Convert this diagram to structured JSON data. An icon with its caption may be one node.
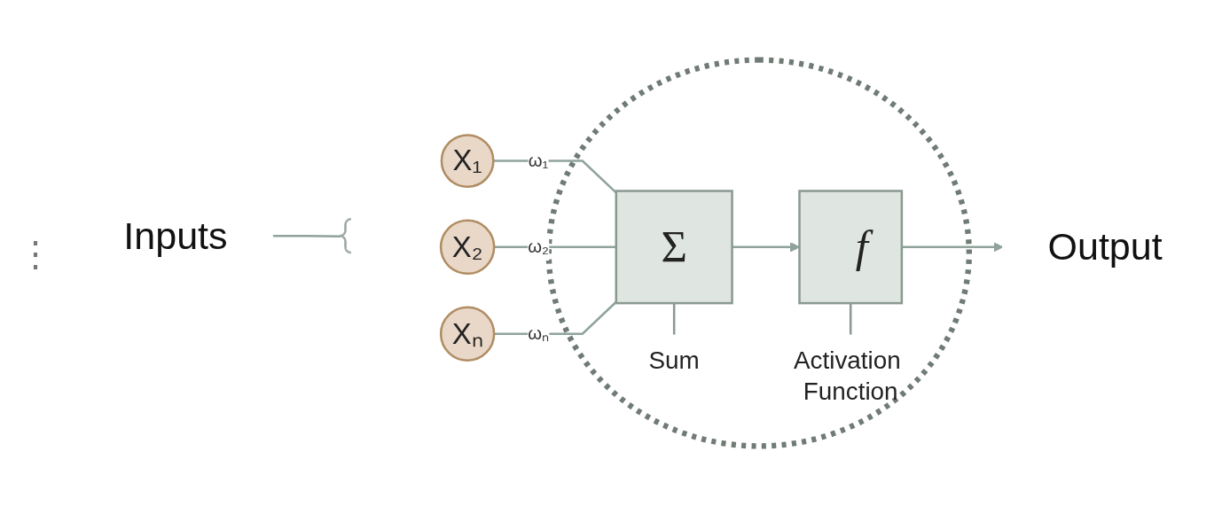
{
  "diagram": {
    "nodes": [
      {
        "text": [
          "Inputs"
        ]
      },
      {
        "text": [],
        "shape": "bracket"
      },
      {
        "text": [
          "X₁"
        ]
      },
      {
        "text": [
          "X₂"
        ]
      },
      {
        "text": [
          "Xₙ"
        ]
      },
      {
        "text": [],
        "shape": "ellipse"
      },
      {
        "text": [
          "Σ"
        ],
        "in": 5,
        "beside": [
          "Sum"
        ]
      },
      {
        "text": [
          "f"
        ],
        "in": 5,
        "beside": [
          "Activation Function"
        ]
      },
      {
        "text": [
          "Output"
        ]
      }
    ],
    "edges": [
      {
        "from": 0,
        "to": 1,
        "arrow": "none"
      },
      {
        "from": 2,
        "to": 6,
        "arrow": "none",
        "label": "ω₁"
      },
      {
        "from": 3,
        "to": 6,
        "arrow": "none",
        "label": "ω₂"
      },
      {
        "from": 4,
        "to": 6,
        "arrow": "none",
        "label": "ωₙ"
      },
      {
        "from": 6,
        "to": 7,
        "arrow": "to"
      },
      {
        "from": 7,
        "to": 8,
        "arrow": "to"
      },
      {
        "from": 6,
        "to": null,
        "arrow": "none"
      },
      {
        "from": 7,
        "to": null,
        "arrow": "none"
      }
    ],
    "labels": [
      "⋮"
    ]
  }
}
